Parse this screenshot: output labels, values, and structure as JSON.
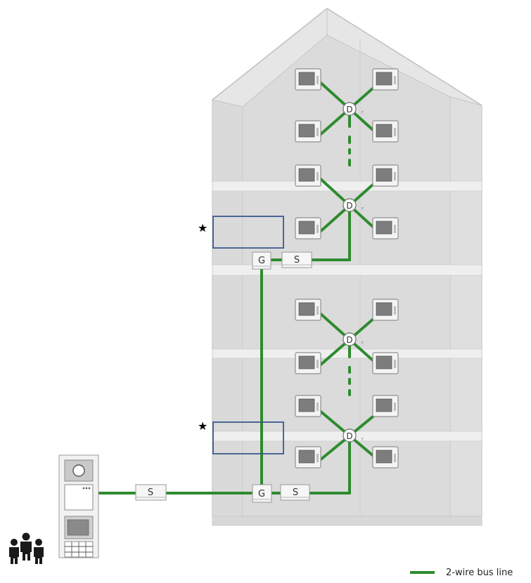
{
  "labels": {
    "gateway": "G",
    "switch": "S",
    "distributor": "D",
    "star_marker": "★",
    "legend_bus_line": "2-wire bus line"
  },
  "colors": {
    "bus_line": "#2e8b2e",
    "building_fill": "#e2e2e2",
    "building_stroke": "#c4c4c4",
    "callout_box": "#3a5a8c"
  },
  "icons": {
    "people": "people-group-icon",
    "outdoor_station": "outdoor-station-icon",
    "indoor_monitor": "indoor-monitor-icon"
  }
}
